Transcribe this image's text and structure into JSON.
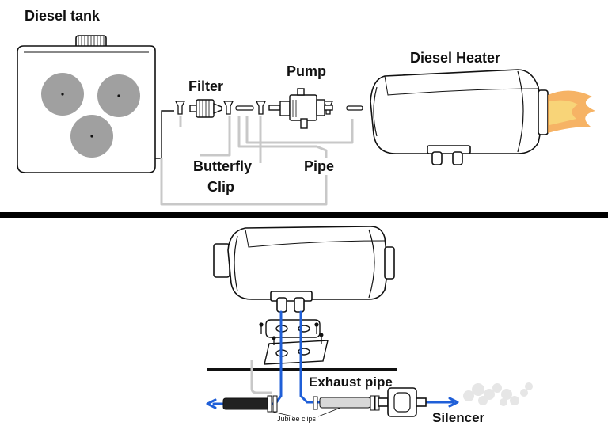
{
  "labels": {
    "diesel_tank": "Diesel tank",
    "filter": "Filter",
    "pump": "Pump",
    "diesel_heater": "Diesel Heater",
    "butterfly": "Butterfly",
    "clip": "Clip",
    "pipe": "Pipe",
    "exhaust_pipe": "Exhaust pipe",
    "silencer": "Silencer",
    "jubilee_clips": "Jubilee clips"
  },
  "colors": {
    "line": "#111111",
    "fuel_pipe": "#c8c8c8",
    "tank_circle": "#a0a0a0",
    "blue_pipe": "#1f5fd8",
    "flame_orange": "#f5a64a",
    "flame_yellow": "#f8d77a",
    "divider": "#000000"
  }
}
